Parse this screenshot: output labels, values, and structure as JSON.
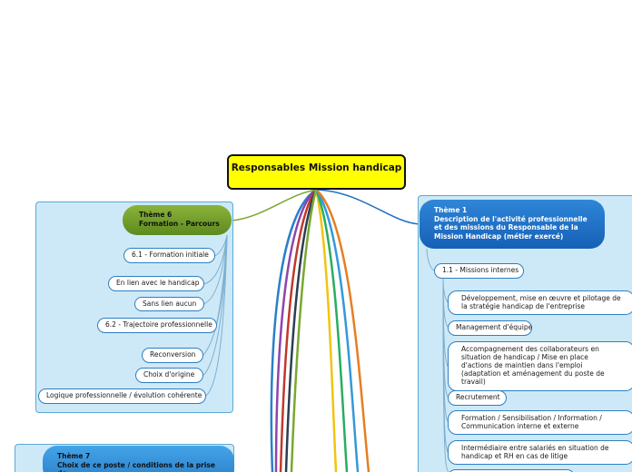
{
  "center": {
    "title": "Responsables Mission handicap"
  },
  "theme6": {
    "title": "Thème 6",
    "subtitle": "Formation -  Parcours",
    "items": [
      "6.1 - Formation initiale",
      "En lien avec le handicap",
      "Sans lien aucun",
      "6.2 - Trajectoire professionnelle",
      "Reconversion",
      "Choix d'origine",
      "Logique professionnelle / évolution cohérente"
    ]
  },
  "theme1": {
    "title": "Thème 1",
    "subtitle": "Description de l'activité professionnelle et des missions du Responsable de la Mission Handicap (métier exercé)",
    "section": "1.1 - Missions internes",
    "items": [
      "Développement, mise en œuvre et pilotage de la stratégie handicap de l'entreprise",
      "Management d'équipe",
      "Accompagnement des collaborateurs en situation de handicap / Mise en place d'actions de maintien dans l'emploi (adaptation et aménagement du poste de travail)",
      "Recrutement",
      "Formation / Sensibilisation / Information / Communication interne et externe",
      "Intermédiaire entre salariés en situation de handicap et RH en cas de litige"
    ]
  },
  "theme7": {
    "title": "Thème 7",
    "subtitle": "Choix de ce poste / conditions de la prise de"
  },
  "colors": {
    "center_fill": "#ffff00",
    "theme6_fill": "#78a830",
    "theme1_fill": "#1f6fc4",
    "theme7_fill": "#3a96dc",
    "panel_fill": "#cde9f7",
    "branch_colors": [
      "#2a7fc9",
      "#78a830",
      "#9b59b6",
      "#e74c3c",
      "#f39c12",
      "#1abc9c",
      "#3498db",
      "#8e44ad",
      "#2c3e50",
      "#e67e22",
      "#27ae60"
    ]
  }
}
